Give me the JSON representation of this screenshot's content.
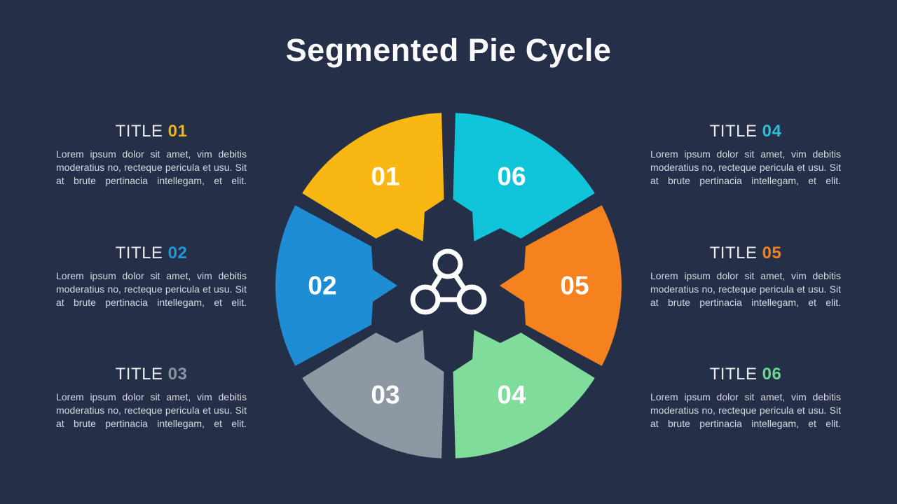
{
  "slide": {
    "title": "Segmented Pie Cycle",
    "background_color": "#252F47",
    "title_color": "#FBFBFD",
    "body_text_color": "#D5D9E0"
  },
  "blocks": {
    "left": [
      {
        "title_label": "TITLE",
        "number": "01",
        "number_color": "#F2B211",
        "body": "Lorem ipsum dolor sit amet, vim debitis moderatius no, recteque pericula et usu. Sit at brute pertinacia intellegam, et elit."
      },
      {
        "title_label": "TITLE",
        "number": "02",
        "number_color": "#2395DB",
        "body": "Lorem ipsum dolor sit amet, vim debitis moderatius no, recteque pericula et usu. Sit at brute pertinacia intellegam, et elit."
      },
      {
        "title_label": "TITLE",
        "number": "03",
        "number_color": "#8793A3",
        "body": "Lorem ipsum dolor sit amet, vim debitis moderatius no, recteque pericula et usu. Sit at brute pertinacia intellegam, et elit."
      }
    ],
    "right": [
      {
        "title_label": "TITLE",
        "number": "04",
        "number_color": "#2BC0D4",
        "body": "Lorem ipsum dolor sit amet, vim debitis moderatius no, recteque pericula et usu. Sit at brute pertinacia intellegam, et elit."
      },
      {
        "title_label": "TITLE",
        "number": "05",
        "number_color": "#F5821E",
        "body": "Lorem ipsum dolor sit amet, vim debitis moderatius no, recteque pericula et usu. Sit at brute pertinacia intellegam, et elit."
      },
      {
        "title_label": "TITLE",
        "number": "06",
        "number_color": "#66D98E",
        "body": "Lorem ipsum dolor sit amet, vim debitis moderatius no, recteque pericula et usu. Sit at brute pertinacia intellegam, et elit."
      }
    ]
  },
  "wheel": {
    "center_icon": "molecule-icon",
    "number_color": "#FFFFFF",
    "segments": [
      {
        "label": "01",
        "color": "#F8B713",
        "bisector_deg": 120
      },
      {
        "label": "02",
        "color": "#1E8DD4",
        "bisector_deg": 180
      },
      {
        "label": "03",
        "color": "#8E98A3",
        "bisector_deg": 240
      },
      {
        "label": "04",
        "color": "#7FDC9B",
        "bisector_deg": 300
      },
      {
        "label": "05",
        "color": "#F5821E",
        "bisector_deg": 0
      },
      {
        "label": "06",
        "color": "#10C4DA",
        "bisector_deg": 60
      }
    ]
  }
}
